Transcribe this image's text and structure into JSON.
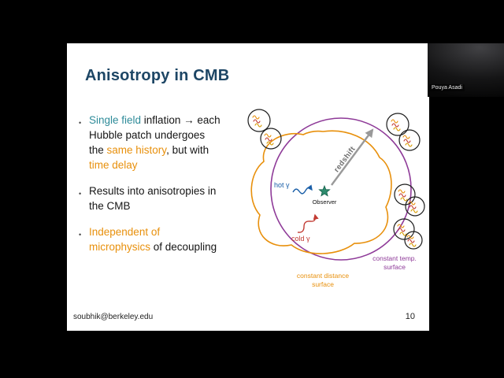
{
  "colors": {
    "stagebg": "#000000",
    "slidebg": "#ffffff",
    "titlecolor": "#1d4665",
    "teal": "#2e8b99",
    "orange": "#e8900c",
    "purple": "#8e3a98",
    "hotblue": "#1a5fa8",
    "coldred": "#c23b33",
    "stargreen": "#2e8c6e",
    "arrowgray": "#999999"
  },
  "meeting": {
    "participant_name": "Pouya Asadi"
  },
  "slide": {
    "title": "Anisotropy in CMB",
    "bullet_glyph": "•",
    "footer_email": "soubhik@berkeley.edu",
    "page_number": "10",
    "bullets": {
      "b1": {
        "s1": "Single field",
        "s2": " inflation → each Hubble patch undergoes the ",
        "s3": "same history",
        "s4": ", but with ",
        "s5": "time delay"
      },
      "b2": {
        "s1": "Results into anisotropies in the CMB"
      },
      "b3": {
        "s1": "Independent of microphysics",
        "s2": " of decoupling"
      }
    }
  },
  "diagram": {
    "hot_label": "hot γ",
    "cold_label": "cold γ",
    "observer_label": "Observer",
    "redshift_label": "redshift",
    "distance_line1": "constant distance",
    "distance_line2": "surface",
    "temp_line1": "constant temp.",
    "temp_line2": "surface"
  }
}
